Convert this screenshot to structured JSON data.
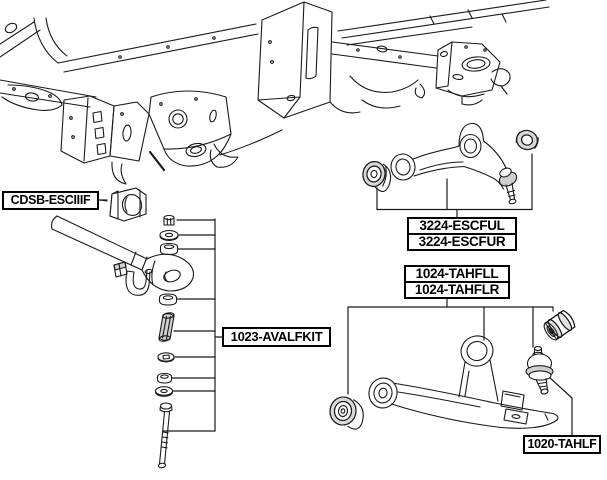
{
  "diagram": {
    "kind": "suspension-parts-diagram",
    "background": "#ffffff",
    "line_color": "#1a1a1a",
    "shade_color": "#d6d6d6",
    "labels": {
      "stabilizer_bushing": "CDSB-ESCIIIF",
      "upper_arm_left": "3224-ESCFUL",
      "upper_arm_right": "3224-ESCFUR",
      "stabilizer_link_kit": "1023-AVALFKIT",
      "lower_arm_left": "1024-TAHFLL",
      "lower_arm_right": "1024-TAHFLR",
      "lower_ball_joint": "1020-TAHLF"
    }
  }
}
